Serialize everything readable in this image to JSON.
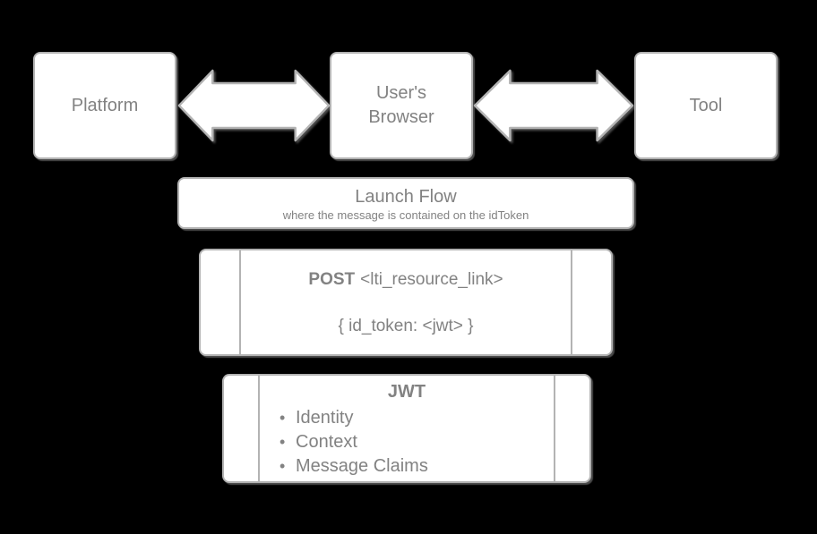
{
  "colors": {
    "background": "#000000",
    "shape_fill": "#ffffff",
    "shape_border": "#b3b3b3",
    "text": "#828282"
  },
  "nodes": {
    "platform": {
      "label": "Platform"
    },
    "browser": {
      "label": "User's Browser",
      "lines": [
        "User's",
        "Browser"
      ]
    },
    "tool": {
      "label": "Tool"
    }
  },
  "connectors": {
    "platform_browser": "double-headed-arrow",
    "browser_tool": "double-headed-arrow"
  },
  "launch_flow": {
    "title": "Launch Flow",
    "subtitle": "where the message is contained on the idToken"
  },
  "post_box": {
    "method": "POST",
    "target": "<lti_resource_link>",
    "payload": "{ id_token: <jwt> }"
  },
  "jwt_box": {
    "title": "JWT",
    "items": [
      "Identity",
      "Context",
      "Message Claims"
    ]
  }
}
